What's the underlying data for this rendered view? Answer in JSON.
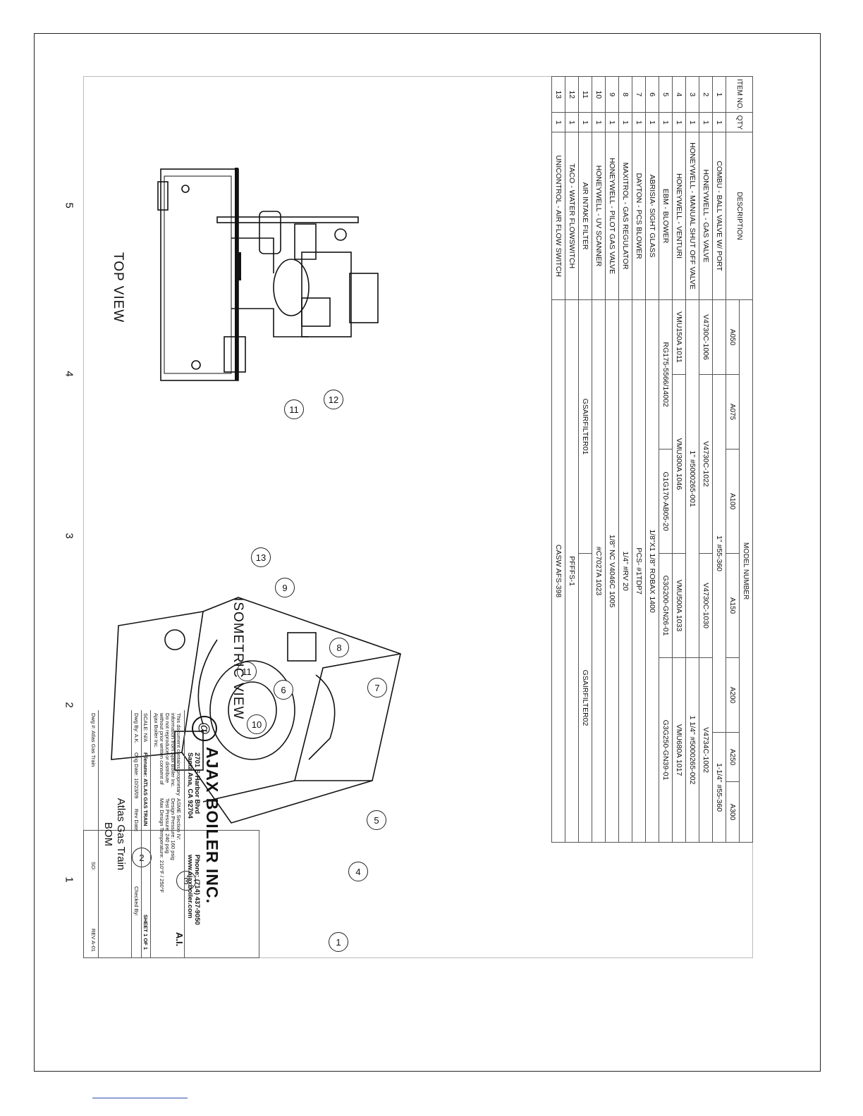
{
  "zones": [
    "5",
    "4",
    "3",
    "2",
    "1"
  ],
  "views": {
    "top": "TOP VIEW",
    "iso": "ISOMETRIC VIEW"
  },
  "bom": {
    "headers": {
      "item": "ITEM NO.",
      "qty": "QTY",
      "desc": "DESCRIPTION",
      "model": "MODEL NUMBER"
    },
    "models": [
      "A050",
      "A075",
      "A100",
      "A150",
      "A200",
      "A250",
      "A300"
    ],
    "rows": [
      {
        "item": "1",
        "qty": "1",
        "desc": "COMBU - BALL VALVE W/ PORT",
        "cells": [
          {
            "span": 1,
            "text": ""
          },
          {
            "span": 4,
            "text": "1\" #55-360"
          },
          {
            "span": 2,
            "text": "1-1/4\" #55-360"
          }
        ]
      },
      {
        "item": "2",
        "qty": "1",
        "desc": "HONEYWELL - GAS VALVE",
        "cells": [
          {
            "span": 1,
            "text": "V4730C-1006"
          },
          {
            "span": 2,
            "text": "V4730C-1022"
          },
          {
            "span": 1,
            "text": "V4730C-1030"
          },
          {
            "span": 3,
            "text": "V4734C-1002"
          }
        ]
      },
      {
        "item": "3",
        "qty": "1",
        "desc": "HONEYWELL - MANUAL SHUT OFF VALVE",
        "cells": [
          {
            "span": 4,
            "text": "1\" #5000265-001"
          },
          {
            "span": 3,
            "text": "1 1/4\" #5000265-002"
          }
        ]
      },
      {
        "item": "4",
        "qty": "1",
        "desc": "HONEYWELL - VENTURI",
        "cells": [
          {
            "span": 1,
            "text": "VMU150A 1011"
          },
          {
            "span": 2,
            "text": "VMU300A 1046"
          },
          {
            "span": 1,
            "text": "VMU500A 1033"
          },
          {
            "span": 3,
            "text": "VMU680A 1017"
          }
        ]
      },
      {
        "item": "5",
        "qty": "1",
        "desc": "EBM - BLOWER",
        "cells": [
          {
            "span": 2,
            "text": "RG175-5566/14002"
          },
          {
            "span": 1,
            "text": "G1G170-AB05-20"
          },
          {
            "span": 1,
            "text": "G3G200-GN26-01"
          },
          {
            "span": 3,
            "text": "G3G250-GN39-01"
          }
        ]
      },
      {
        "item": "6",
        "qty": "1",
        "desc": "ABRISIA- SIGHT GLASS",
        "cells": [
          {
            "span": 7,
            "text": "1/8\"X1 1/8\" ROBAX 1400"
          }
        ]
      },
      {
        "item": "7",
        "qty": "1",
        "desc": "DAYTON - PCS BLOWER",
        "cells": [
          {
            "span": 7,
            "text": "PCS- #1TDP7"
          }
        ]
      },
      {
        "item": "8",
        "qty": "1",
        "desc": "MAXITROL - GAS REGULATOR",
        "cells": [
          {
            "span": 7,
            "text": "1/4\" #RV 20"
          }
        ]
      },
      {
        "item": "9",
        "qty": "1",
        "desc": "HONEYWELL - PILOT GAS VALVE",
        "cells": [
          {
            "span": 7,
            "text": "1/8\" NC V4046C 1005"
          }
        ]
      },
      {
        "item": "10",
        "qty": "1",
        "desc": "HONEYWELL - UV SCANNER",
        "cells": [
          {
            "span": 7,
            "text": "#C7027A 1023"
          }
        ]
      },
      {
        "item": "11",
        "qty": "1",
        "desc": "AIR INTAKE FILTER",
        "cells": [
          {
            "span": 3,
            "text": "GSAIRFILTER01"
          },
          {
            "span": 4,
            "text": "GSAIRFILTER02"
          }
        ]
      },
      {
        "item": "12",
        "qty": "1",
        "desc": "TACO - WATER FLOWSWITCH",
        "cells": [
          {
            "span": 7,
            "text": "PFFFS-1"
          }
        ]
      },
      {
        "item": "13",
        "qty": "1",
        "desc": "UNICONTROL - AIR FLOW SWITCH",
        "cells": [
          {
            "span": 7,
            "text": "CASW AFS-398"
          }
        ]
      }
    ]
  },
  "balloons": [
    "1",
    "2",
    "3",
    "4",
    "5",
    "6",
    "7",
    "8",
    "9",
    "10",
    "11",
    "12",
    "13"
  ],
  "title_block": {
    "company": "AJAX BOILER INC.",
    "address1": "2701 S Harbor Blvd",
    "address2": "Santa Ana, CA 92704",
    "phone": "Phone: (714) 437-9050",
    "web": "www.ajaxboiler.com",
    "stamp": "A.I.",
    "notice": [
      "This document contains proprietary",
      "information from Ajax Boiler Inc.",
      "Do not reproduce or distribute",
      "without prior written consent of",
      "Ajax Boiler Inc."
    ],
    "design": [
      "ASME Section IV:",
      "Design Pressure: 160 psig",
      "Test Pressure: 240 psig",
      "Max Design Temperature: 210°F / 250°F"
    ],
    "scale": "SCALE: N/A",
    "filename": "Filename: ATLAS GAS TRAIN",
    "sheet": "SHEET 1 OF 1",
    "drawn_by": "Dwg By: A.K.",
    "orig_date": "Orig Date: 10/23/09",
    "rev_date": "Rev Date:",
    "checked_by": "Checked By:",
    "title1": "Atlas Gas Train",
    "title2": "BOM",
    "dwg_no": "Dwg #: Atlas Gas Train",
    "so": "SO:",
    "rev": "REV A-01"
  },
  "colors": {
    "ink": "#111111",
    "link_line": "#2b4db0"
  }
}
